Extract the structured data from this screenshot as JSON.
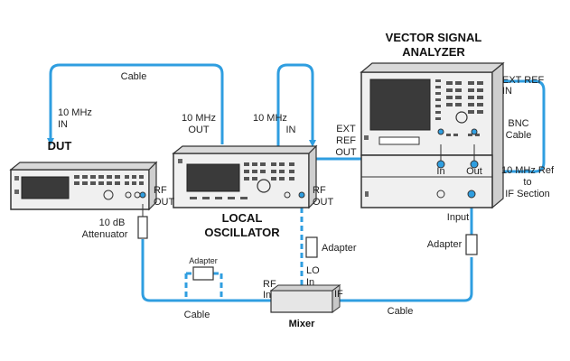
{
  "title_vsa_line1": "VECTOR SIGNAL",
  "title_vsa_line2": "ANALYZER",
  "dut_label": "DUT",
  "lo_label_line1": "LOCAL",
  "lo_label_line2": "OSCILLATOR",
  "mixer_label": "Mixer",
  "labels": {
    "cable_top": "Cable",
    "dut_10mhz_in_1": "10 MHz",
    "dut_10mhz_in_2": "IN",
    "lo_10mhz_out_1": "10 MHz",
    "lo_10mhz_out_2": "OUT",
    "lo_10mhz_in_1": "10 MHz",
    "lo_10mhz_in_2": "IN",
    "ext_ref_out_1": "EXT",
    "ext_ref_out_2": "REF",
    "ext_ref_out_3": "OUT",
    "ext_ref_in_1": "EXT REF",
    "ext_ref_in_2": "IN",
    "bnc_cable_1": "BNC",
    "bnc_cable_2": "Cable",
    "ref_to_if_1": "10 MHz Ref",
    "ref_to_if_2": "to",
    "ref_to_if_3": "IF Section",
    "vsa_in": "In",
    "vsa_out": "Out",
    "input": "Input",
    "adapter_right": "Adapter",
    "dut_rf_out_1": "RF",
    "dut_rf_out_2": "OUT",
    "attenuator_1": "10 dB",
    "attenuator_2": "Attenuator",
    "lo_rf_out_1": "RF",
    "lo_rf_out_2": "OUT",
    "adapter_lo": "Adapter",
    "adapter_small": "Adapter",
    "lo_in_1": "LO",
    "lo_in_2": "In",
    "rf_in_1": "RF",
    "rf_in_2": "In",
    "if_label": "IF",
    "cable_bottom_left": "Cable",
    "cable_bottom_right": "Cable"
  },
  "colors": {
    "cable": "#2f9ee0",
    "instrument_fill": "#f2f2f2",
    "instrument_stroke": "#333333",
    "screen": "#3a3a3a",
    "mixer_fill": "#e6e6e6"
  }
}
